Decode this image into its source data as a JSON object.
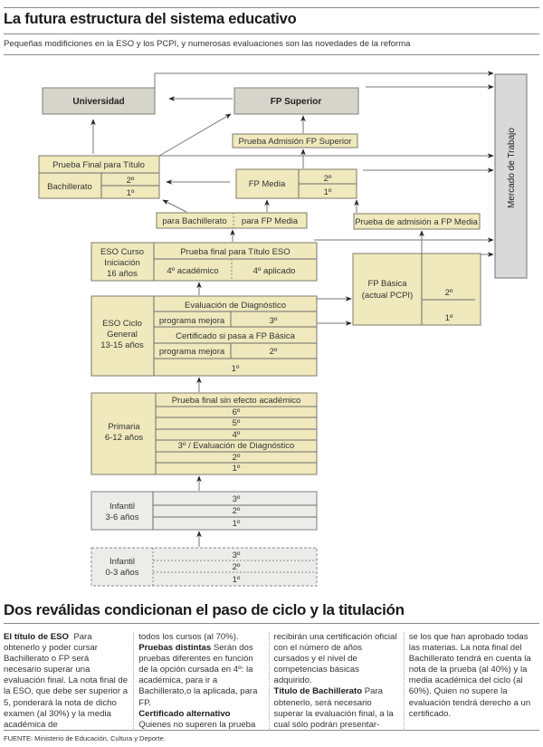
{
  "header": {
    "title": "La futura estructura del sistema educativo",
    "subtitle": "Pequeñas modificiones en la ESO y los PCPI, y numerosas evaluaciones son las novedades de la reforma"
  },
  "diagram": {
    "universidad": "Universidad",
    "fp_superior": "FP Superior",
    "prueba_admision_fp_superior": "Prueba Admisión FP Superior",
    "mercado_trabajo": "Mercado de Trabajo",
    "bachillerato": {
      "header": "Prueba Final para Título",
      "label": "Bachillerato",
      "levels": [
        "2º",
        "1º"
      ]
    },
    "fp_media": {
      "label": "FP Media",
      "levels": [
        "2º",
        "1º"
      ]
    },
    "paths": {
      "para_bachillerato": "para Bachillerato",
      "para_fp_media": "para FP Media",
      "prueba_admision_fp_media": "Prueba de admisión a FP Media"
    },
    "eso_iniciacion": {
      "label_lines": [
        "ESO Curso",
        "Iniciación",
        "16 años"
      ],
      "header": "Prueba final para Título ESO",
      "options": [
        "4º académico",
        "4º aplicado"
      ]
    },
    "fp_basica": {
      "label_lines": [
        "FP Básica",
        "(actual PCPI)"
      ],
      "levels": [
        "2º",
        "1º"
      ]
    },
    "eso_general": {
      "label_lines": [
        "ESO Ciclo",
        "General",
        "13-15 años"
      ],
      "rows": {
        "evaluacion": "Evaluación de Diagnóstico",
        "programa_mejora_3": "programa mejora",
        "tercero": "3º",
        "certificado": "Certificado si pasa a FP Básica",
        "programa_mejora_2": "programa mejora",
        "segundo": "2º",
        "primero": "1º"
      }
    },
    "primaria": {
      "label_lines": [
        "Primaria",
        "6-12 años"
      ],
      "rows": [
        "Prueba final sin efecto académico",
        "6º",
        "5º",
        "4º",
        "3º / Evaluación de Diagnóstico",
        "2º",
        "1º"
      ]
    },
    "infantil_3_6": {
      "label_lines": [
        "Infantil",
        "3-6 años"
      ],
      "rows": [
        "3º",
        "2º",
        "1º"
      ]
    },
    "infantil_0_3": {
      "label_lines": [
        "Infantil",
        "0-3 años"
      ],
      "rows": [
        "3º",
        "2º",
        "1º"
      ]
    }
  },
  "article": {
    "headline": "Dos reválidas condicionan el paso de ciclo y la titulación",
    "col1": {
      "lead": "El título de ESO",
      "text": "Para obtenerlo y poder cursar Bachillerato o FP será necesario superar una evaluación final. La nota final de la ESO, que debe ser superior a 5, ponderará la nota de dicho examen (al 30%) y la media académica de"
    },
    "col2": {
      "text1": "todos los cursos (al 70%).",
      "lead2": "Pruebas distintas",
      "text2": "Serán dos pruebas diferentes en función de la opción cursada en 4º: la académica, para ir a Bachillerato,o la aplicada, para FP.",
      "lead3": "Certificado alternativo",
      "text3": "Quienes no superen la prueba"
    },
    "col3": {
      "text1": "recibirán una certificación oficial con el número de años cursados y el nivel de competencias básicas adquirido.",
      "lead2": "Título de Bachillerato",
      "text2": "Para obtenerlo, será necesario superar la evaluación final, a la cual sólo podrán presentar-"
    },
    "col4": {
      "text": "se los que han aprobado todas las materias. La nota final del Bachillerato tendrá en cuenta la nota de la prueba (al 40%) y la media académica del ciclo (al 60%). Quien no supere la evaluación tendrá derecho a un certificado."
    }
  },
  "source": "FUENTE: Ministerio de Educación, Cultura y Deporte.",
  "colors": {
    "yellow_box": "#efe9bd",
    "gray_box": "#d6d5cb",
    "light_gray_box": "#ececea",
    "market_box": "#d9d9d9"
  }
}
